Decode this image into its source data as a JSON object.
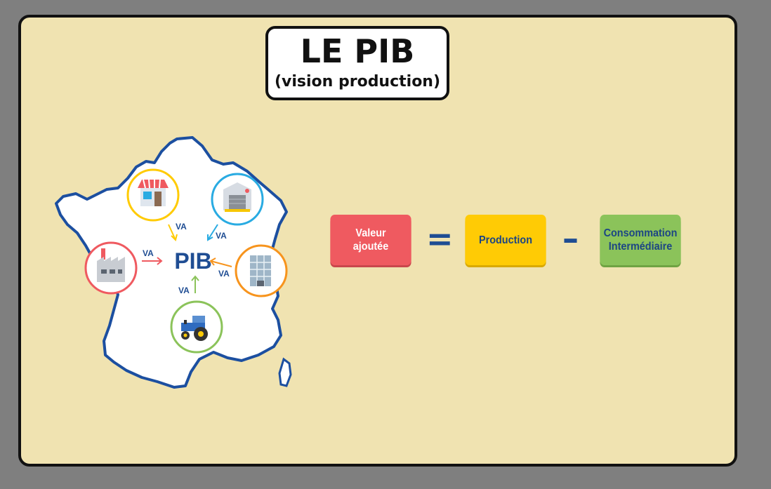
{
  "title": {
    "main": "LE PIB",
    "sub": "(vision production)"
  },
  "diagram": {
    "center": "PIB",
    "arrow_label": "VA",
    "nodes": [
      {
        "sector": "commerce",
        "icon": "shop-icon",
        "color": "#ffcb05"
      },
      {
        "sector": "industrie",
        "icon": "factory-icon",
        "color": "#ef5a60"
      },
      {
        "sector": "entrepôt",
        "icon": "warehouse-icon",
        "color": "#29abe2"
      },
      {
        "sector": "services",
        "icon": "office-building-icon",
        "color": "#f7941d"
      },
      {
        "sector": "agriculture",
        "icon": "tractor-icon",
        "color": "#8bc35a"
      }
    ]
  },
  "formula": {
    "term1": "Valeur ajoutée",
    "equals": "=",
    "term2": "Production",
    "minus": "–",
    "term3": "Consommation Intermédiaire"
  },
  "colors": {
    "background": "#f0e3b1",
    "outer": "#7f7f7f",
    "map_outline": "#1c4fa0",
    "pib_text": "#1f4d93"
  }
}
